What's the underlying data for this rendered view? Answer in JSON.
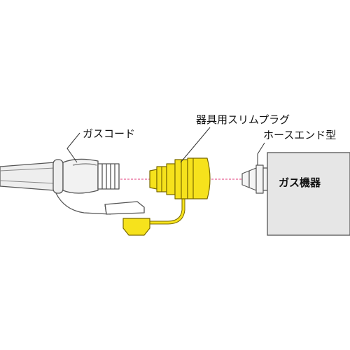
{
  "labels": {
    "gas_cord": "ガスコード",
    "plug": "器具用スリムプラグ",
    "hose_end": "ホースエンド型",
    "appliance": "ガス機器"
  },
  "colors": {
    "plug_fill": "#f6e21c",
    "plug_stroke": "#7a6a00",
    "cord_fill": "#eeeeee",
    "line": "#555555",
    "connector_line": "#e23b7a",
    "appliance_fill": "#e6e6e6"
  }
}
